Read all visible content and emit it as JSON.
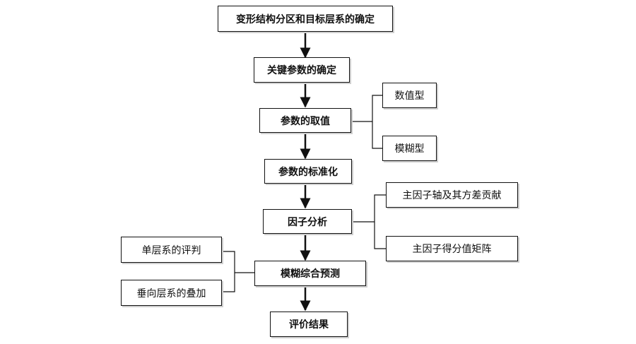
{
  "flow": {
    "step1": "变形结构分区和目标层系的确定",
    "step2": "关键参数的确定",
    "step3": "参数的取值",
    "step4": "参数的标准化",
    "step5": "因子分析",
    "step6": "模糊综合预测",
    "step7": "评价结果"
  },
  "branches": {
    "value_types": [
      "数值型",
      "模糊型"
    ],
    "factor_outputs": [
      "主因子轴及其方差贡献",
      "主因子得分值矩阵"
    ],
    "evaluation_inputs": [
      "单层系的评判",
      "垂向层系的叠加"
    ]
  },
  "colors": {
    "line": "#111111",
    "box_border": "#111111",
    "shadow": "#cfcfcf",
    "background": "#ffffff"
  }
}
